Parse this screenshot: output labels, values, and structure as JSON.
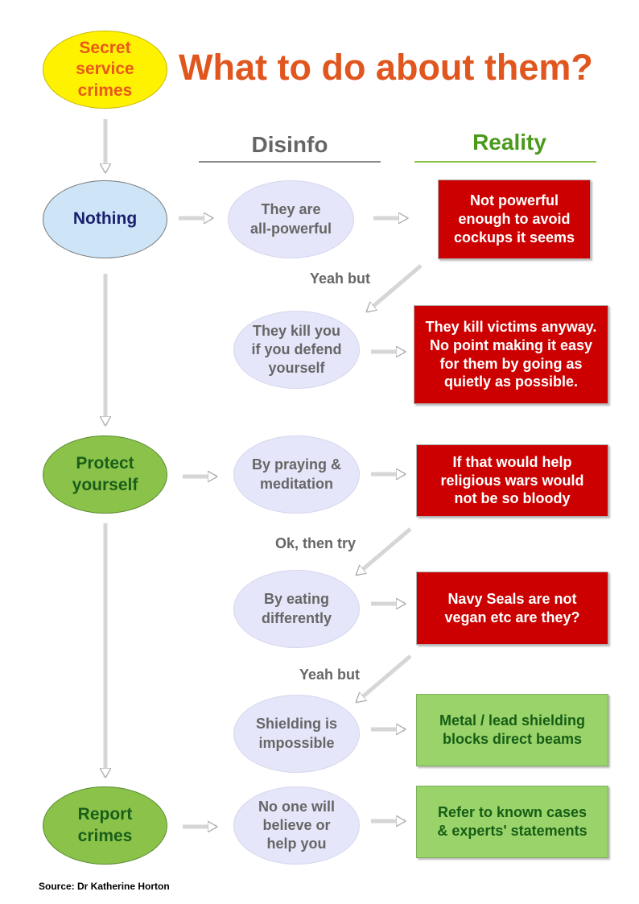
{
  "title": "What to do about them?",
  "start_node": "Secret\nservice\ncrimes",
  "columns": {
    "disinfo": "Disinfo",
    "reality": "Reality"
  },
  "steps": {
    "nothing": "Nothing",
    "protect": "Protect\nyourself",
    "report": "Report\ncrimes"
  },
  "disinfo": {
    "all_powerful": "They are\nall-powerful",
    "kill_you": "They kill you\nif you defend\nyourself",
    "praying": "By praying &\nmeditation",
    "eating": "By eating\ndifferently",
    "shielding": "Shielding is\nimpossible",
    "no_one": "No one will\nbelieve or\nhelp you"
  },
  "reality": {
    "not_powerful": "Not powerful\nenough to avoid\ncockups it seems",
    "kill_victims": "They kill victims anyway.\nNo point making it easy\nfor them by going as\nquietly as possible.",
    "religious": "If that would help\nreligious wars would\nnot be so bloody",
    "navy_seals": "Navy Seals are not\nvegan etc are they?",
    "metal_lead": "Metal / lead shielding\nblocks direct beams",
    "known_cases": "Refer to known cases\n& experts' statements"
  },
  "connectors": {
    "yeah_but_1": "Yeah but",
    "ok_then_try": "Ok, then try",
    "yeah_but_2": "Yeah but"
  },
  "source": "Source: Dr Katherine Horton",
  "colors": {
    "title": "#e0561e",
    "disinfo_heading": "#666666",
    "reality_heading": "#4a9a1a",
    "reality_false_box": "#cc0000",
    "reality_true_box": "#9ad36a",
    "disinfo_oval": "#e6e6fa",
    "arrow": "#cccccc"
  }
}
